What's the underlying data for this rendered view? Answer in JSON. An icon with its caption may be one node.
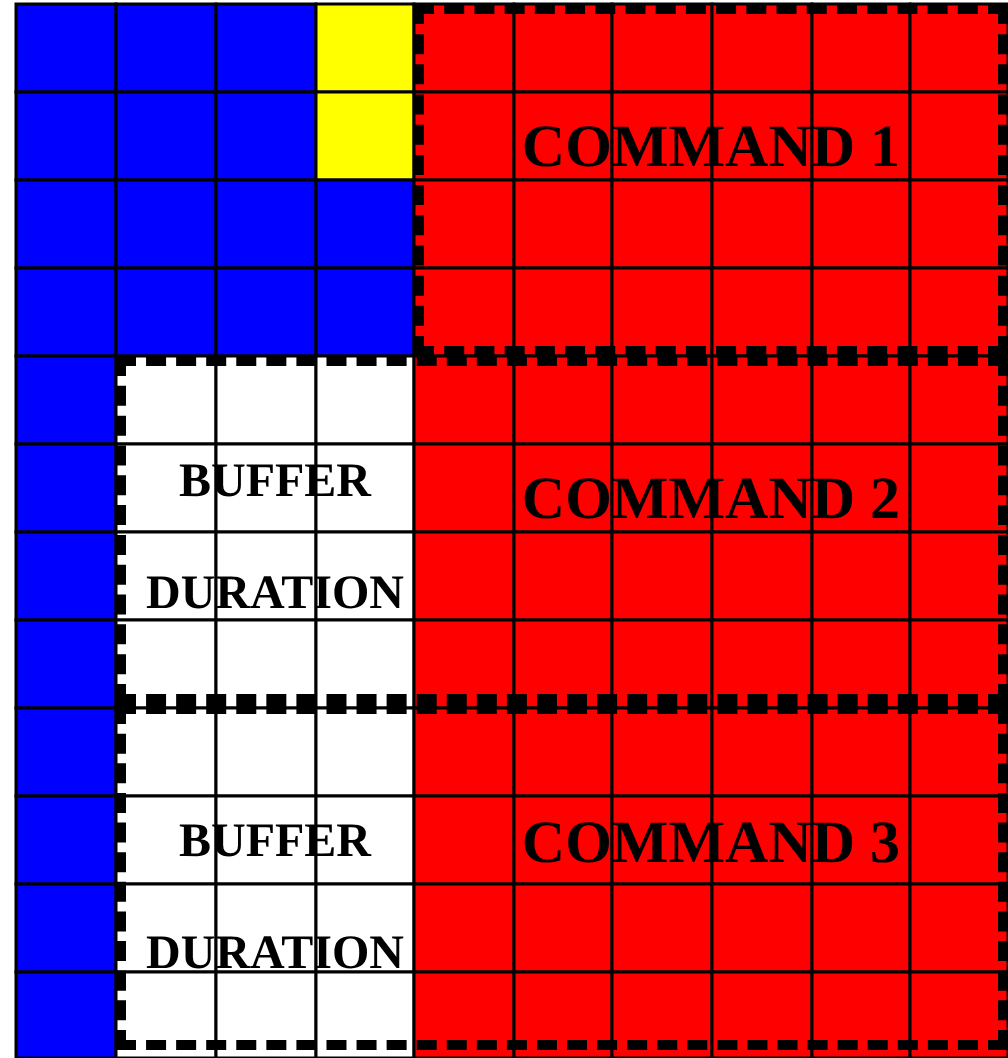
{
  "diagram": {
    "nodes": [
      {
        "text": [
          "COMMAND 1"
        ]
      },
      {
        "text": [
          "COMMAND 2"
        ]
      },
      {
        "text": [
          "BUFFER DURATION"
        ],
        "in": 1
      },
      {
        "text": [
          "COMMAND 3"
        ]
      },
      {
        "text": [
          "BUFFER DURATION"
        ],
        "in": 3
      }
    ]
  }
}
